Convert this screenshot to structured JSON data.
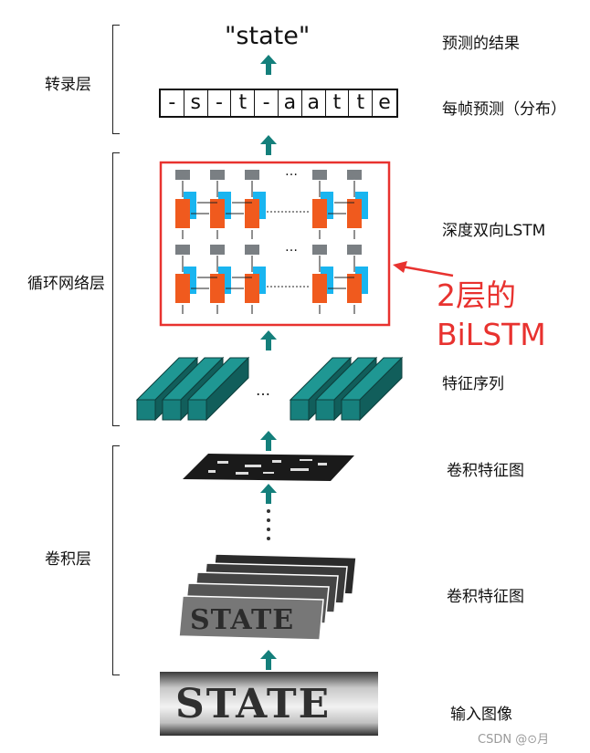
{
  "layers": {
    "transcription": "转录层",
    "recurrent": "循环网络层",
    "convolution": "卷积层"
  },
  "labels": {
    "result": "预测的结果",
    "per_frame": "每帧预测（分布）",
    "bilstm": "深度双向LSTM",
    "feature_sequence": "特征序列",
    "conv_feature_map_top": "卷积特征图",
    "conv_feature_map_bottom": "卷积特征图",
    "input_image": "输入图像"
  },
  "prediction": "\"state\"",
  "frame_sequence": [
    "-",
    "s",
    "-",
    "t",
    "-",
    "a",
    "a",
    "t",
    "t",
    "e"
  ],
  "annotation": {
    "line1": "2层的",
    "line2": "BiLSTM"
  },
  "ellipsis": "…",
  "image_text": "STATE",
  "watermark": "CSDN @⊙月",
  "colors": {
    "arrow": "#147f7b",
    "red": "#e8322f",
    "lstm_orange": "#f05a1e",
    "lstm_blue": "#19b5f0",
    "lstm_gray": "#7a7f83",
    "feature_teal": "#17807d"
  }
}
